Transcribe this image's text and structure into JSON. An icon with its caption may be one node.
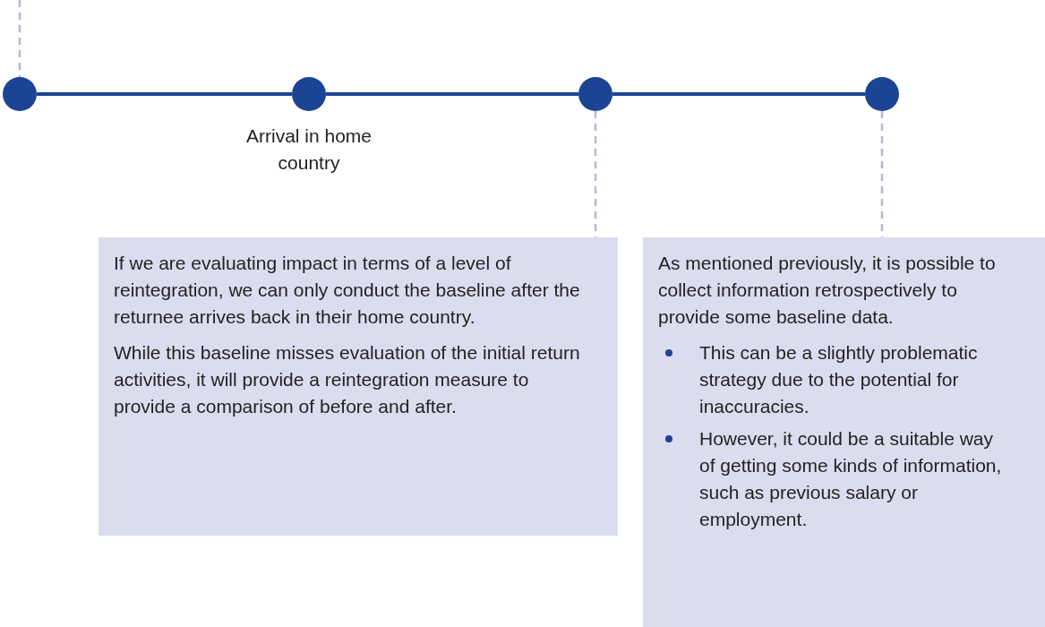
{
  "diagram": {
    "nodes": [
      {
        "text": [],
        "shape": "circle"
      },
      {
        "text": [],
        "shape": "circle",
        "beside": [
          "Arrival in home country"
        ]
      },
      {
        "text": [],
        "shape": "circle"
      },
      {
        "text": [],
        "shape": "circle"
      },
      {
        "text": [
          "If we are evaluating impact in terms of a level of reintegration, we can only conduct the baseline after the returnee arrives back in their home country.",
          "While this baseline misses evaluation of the initial return activities, it will provide a reintegration measure to provide a comparison of before and after."
        ]
      },
      {
        "text": [
          "As mentioned previously, it is possible to collect information retrospectively to provide some baseline data.",
          "This can be a slightly problematic strategy due to the potential for inaccuracies.",
          "However, it could be a suitable way of getting some kinds of information, such as previous salary or employment."
        ]
      }
    ],
    "edges": [
      {
        "from": null,
        "to": 0,
        "arrow": "none",
        "style": "dashed",
        "color": "#b9b5d9"
      },
      {
        "from": 0,
        "to": 1,
        "arrow": "none",
        "color": "#1b4494"
      },
      {
        "from": 1,
        "to": 2,
        "arrow": "none",
        "color": "#1b4494"
      },
      {
        "from": 2,
        "to": 3,
        "arrow": "none",
        "color": "#1b4494"
      },
      {
        "from": 2,
        "to": 4,
        "arrow": "none",
        "style": "dashed",
        "color": "#b9b5d9"
      },
      {
        "from": 3,
        "to": 5,
        "arrow": "none",
        "style": "dashed",
        "color": "#b9b5d9"
      }
    ]
  }
}
